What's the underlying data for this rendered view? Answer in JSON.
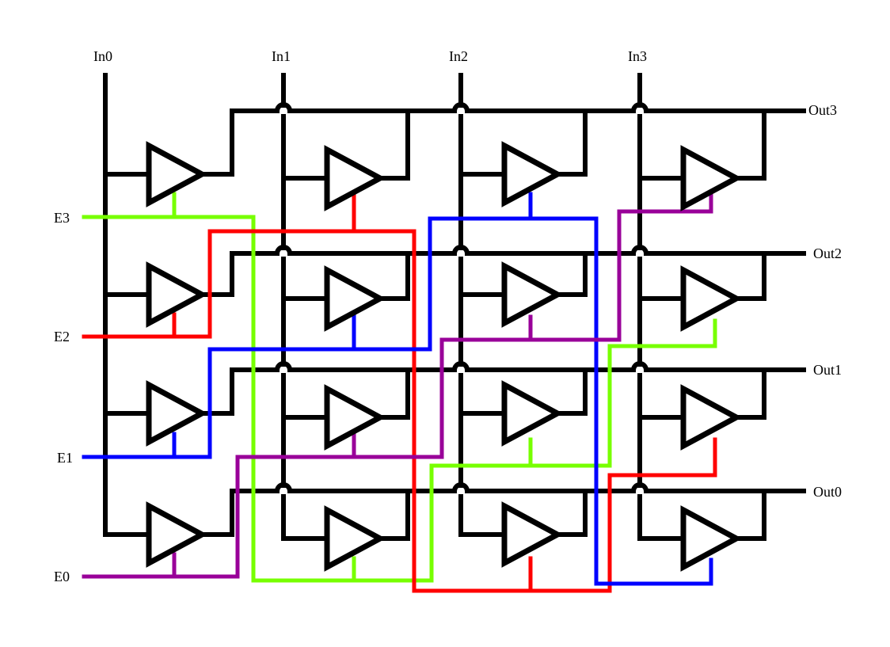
{
  "title": "4x4 crossbar switch with tri-state buffers",
  "inputs": [
    "In0",
    "In1",
    "In2",
    "In3"
  ],
  "outputs": [
    "Out0",
    "Out1",
    "Out2",
    "Out3"
  ],
  "enables": [
    {
      "label": "E0",
      "color": "#990099"
    },
    {
      "label": "E1",
      "color": "#0000ff"
    },
    {
      "label": "E2",
      "color": "#ff0000"
    },
    {
      "label": "E3",
      "color": "#77ff00"
    }
  ],
  "buffers": [
    {
      "input": "In0",
      "output": "Out3",
      "enable": "E3"
    },
    {
      "input": "In1",
      "output": "Out3",
      "enable": "E2"
    },
    {
      "input": "In2",
      "output": "Out3",
      "enable": "E1"
    },
    {
      "input": "In3",
      "output": "Out3",
      "enable": "E0"
    },
    {
      "input": "In0",
      "output": "Out2",
      "enable": "E2"
    },
    {
      "input": "In1",
      "output": "Out2",
      "enable": "E1"
    },
    {
      "input": "In2",
      "output": "Out2",
      "enable": "E0"
    },
    {
      "input": "In3",
      "output": "Out2",
      "enable": "E3"
    },
    {
      "input": "In0",
      "output": "Out1",
      "enable": "E1"
    },
    {
      "input": "In1",
      "output": "Out1",
      "enable": "E0"
    },
    {
      "input": "In2",
      "output": "Out1",
      "enable": "E3"
    },
    {
      "input": "In3",
      "output": "Out1",
      "enable": "E2"
    },
    {
      "input": "In0",
      "output": "Out0",
      "enable": "E0"
    },
    {
      "input": "In1",
      "output": "Out0",
      "enable": "E3"
    },
    {
      "input": "In2",
      "output": "Out0",
      "enable": "E2"
    },
    {
      "input": "In3",
      "output": "Out0",
      "enable": "E1"
    }
  ]
}
